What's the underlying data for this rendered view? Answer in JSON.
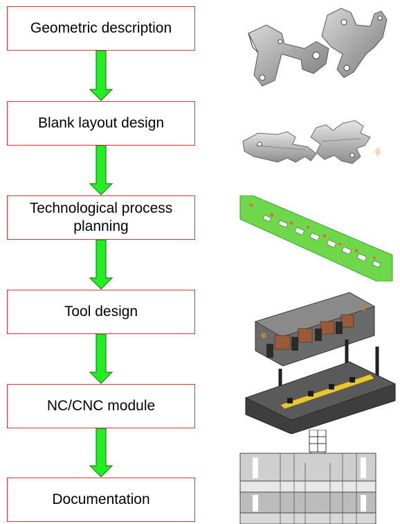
{
  "steps": [
    {
      "label": "Geometric description"
    },
    {
      "label": "Blank layout design"
    },
    {
      "label": "Technological process planning"
    },
    {
      "label": "Tool design"
    },
    {
      "label": "NC/CNC module"
    },
    {
      "label": "Documentation"
    }
  ],
  "colors": {
    "box_border": "#e03030",
    "arrow_fill": "#22ee22",
    "arrow_stroke": "#2a7a2a"
  },
  "illustrations": [
    {
      "icon": "bracket-part-3d-icon"
    },
    {
      "icon": "flat-blank-layout-icon"
    },
    {
      "icon": "strip-layout-icon"
    },
    {
      "icon": "progressive-die-assembly-icon"
    },
    {
      "icon": "tool-drawing-icon"
    }
  ]
}
